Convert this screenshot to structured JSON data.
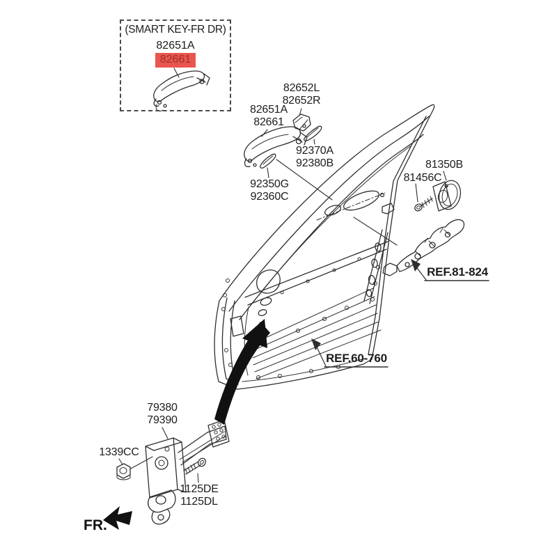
{
  "colors": {
    "background": "#ffffff",
    "line": "#2e2e2e",
    "highlight_bg": "#e8564e",
    "highlight_text": "#9e2f28"
  },
  "inset": {
    "title": "(SMART KEY-FR DR)",
    "part_top": "82651A",
    "part_highlight": "82661"
  },
  "callouts": {
    "cover": {
      "line1": "82652L",
      "line2": "82652R"
    },
    "handle": {
      "line1": "82651A",
      "line2": "82661"
    },
    "pad_upper": {
      "line1": "92370A",
      "line2": "92380B"
    },
    "pad_lower": {
      "line1": "92350G",
      "line2": "92360C"
    },
    "key_cylinder": "81350B",
    "screw": "81456C",
    "ref_latch": "REF.81-824",
    "ref_door": "REF.60-760",
    "checker": {
      "line1": "79380",
      "line2": "79390"
    },
    "nut": "1339CC",
    "bolt": {
      "line1": "1125DE",
      "line2": "1125DL"
    },
    "fr": "FR."
  }
}
